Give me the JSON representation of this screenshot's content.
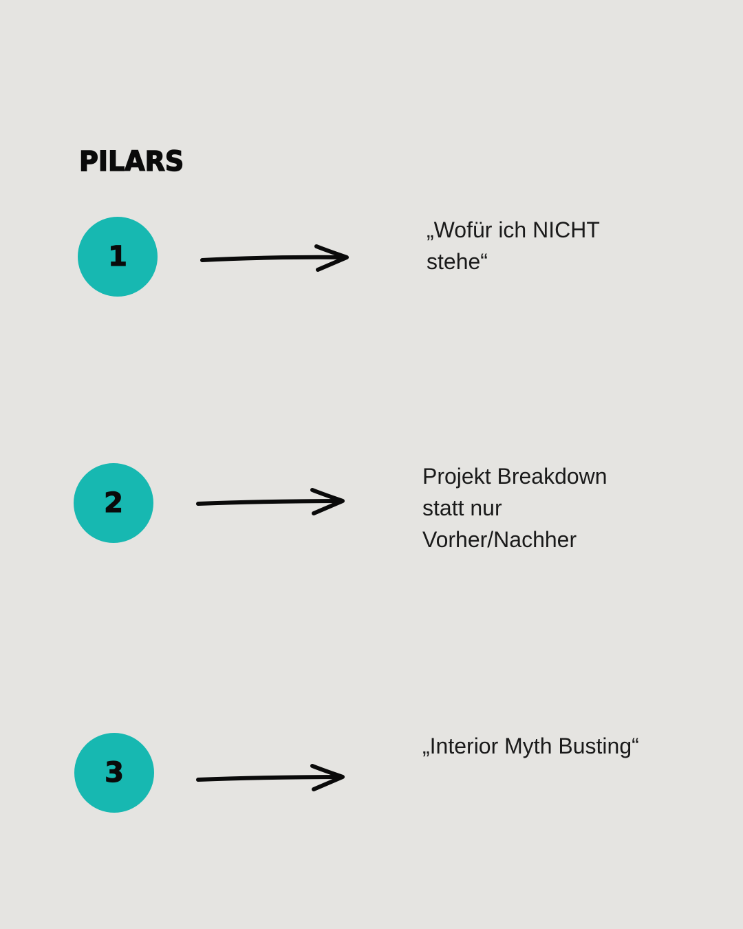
{
  "title": "PILARS",
  "colors": {
    "background": "#E5E4E1",
    "accent": "#17B8B1",
    "text": "#1a1a1a"
  },
  "pillars": [
    {
      "number": "1",
      "text": "„Wofür ich NICHT stehe“"
    },
    {
      "number": "2",
      "text": "Projekt Breakdown statt nur Vorher/Nachher"
    },
    {
      "number": "3",
      "text": "„Interior Myth Busting“"
    }
  ]
}
